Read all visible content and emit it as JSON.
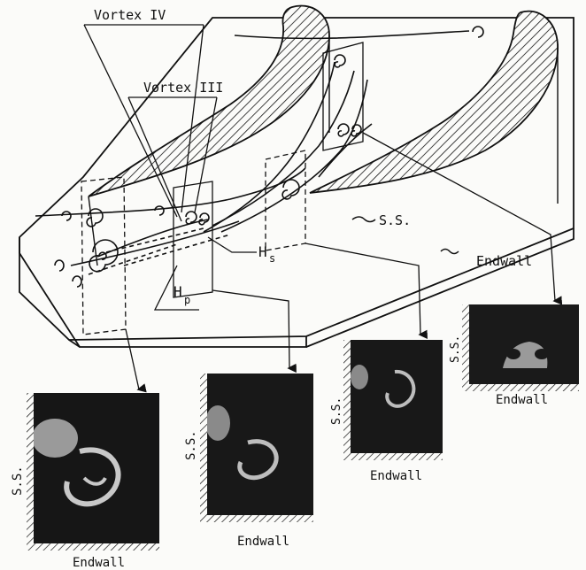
{
  "labels": {
    "vortex_iv": "Vortex IV",
    "vortex_iii": "Vortex III",
    "hs": "H",
    "hs_sub": "s",
    "hp": "H",
    "hp_sub": "p",
    "ss_top": "S.S.",
    "endwall_top": "Endwall"
  },
  "panels": [
    {
      "side": "S.S.",
      "bottom": "Endwall"
    },
    {
      "side": "S.S.",
      "bottom": "Endwall"
    },
    {
      "side": "S.S.",
      "bottom": "Endwall"
    },
    {
      "side": "S.S.",
      "bottom": "Endwall"
    }
  ],
  "colors": {
    "ink": "#111111",
    "photo_bg": "#151515",
    "photo_light": "#c8c8c8"
  }
}
